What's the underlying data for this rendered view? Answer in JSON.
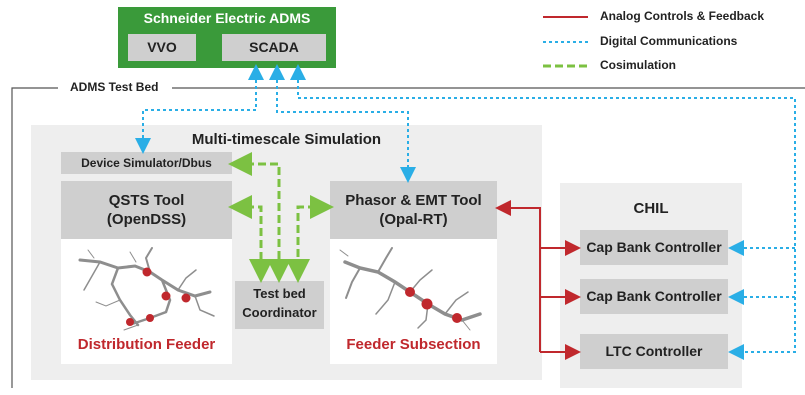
{
  "adms": {
    "title": "Schneider Electric ADMS",
    "vvo": "VVO",
    "scada": "SCADA"
  },
  "legend": {
    "analog": "Analog Controls & Feedback",
    "digital": "Digital Communications",
    "cosim": "Cosimulation"
  },
  "testbed": {
    "label": "ADMS Test Bed"
  },
  "multi": {
    "title": "Multi-timescale Simulation",
    "device_sim": "Device Simulator/Dbus",
    "qsts_line1": "QSTS Tool",
    "qsts_line2": "(OpenDSS)",
    "dist_feeder": "Distribution Feeder",
    "coordinator_line1": "Test bed",
    "coordinator_line2": "Coordinator",
    "phasor_line1": "Phasor & EMT Tool",
    "phasor_line2": "(Opal-RT)",
    "feeder_subsection": "Feeder Subsection"
  },
  "chil": {
    "title": "CHIL",
    "controllers": [
      "Cap Bank Controller",
      "Cap Bank Controller",
      "LTC Controller"
    ]
  },
  "colors": {
    "adms_green": "#3a9a3a",
    "analog_red": "#c0282d",
    "digital_cyan": "#2aaee6",
    "cosim_green": "#7cc142",
    "highlight_red": "#c0282d"
  }
}
